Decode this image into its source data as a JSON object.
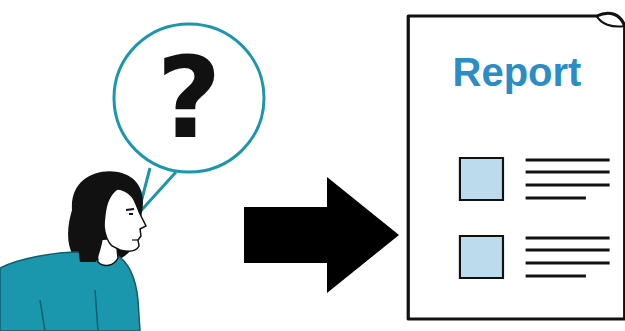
{
  "diagram": {
    "nodes": [
      {
        "text": [
          "?"
        ]
      },
      {
        "text": [
          "Report"
        ]
      }
    ],
    "edges": [
      {
        "from": 0,
        "to": 1,
        "arrow": "to"
      }
    ]
  }
}
